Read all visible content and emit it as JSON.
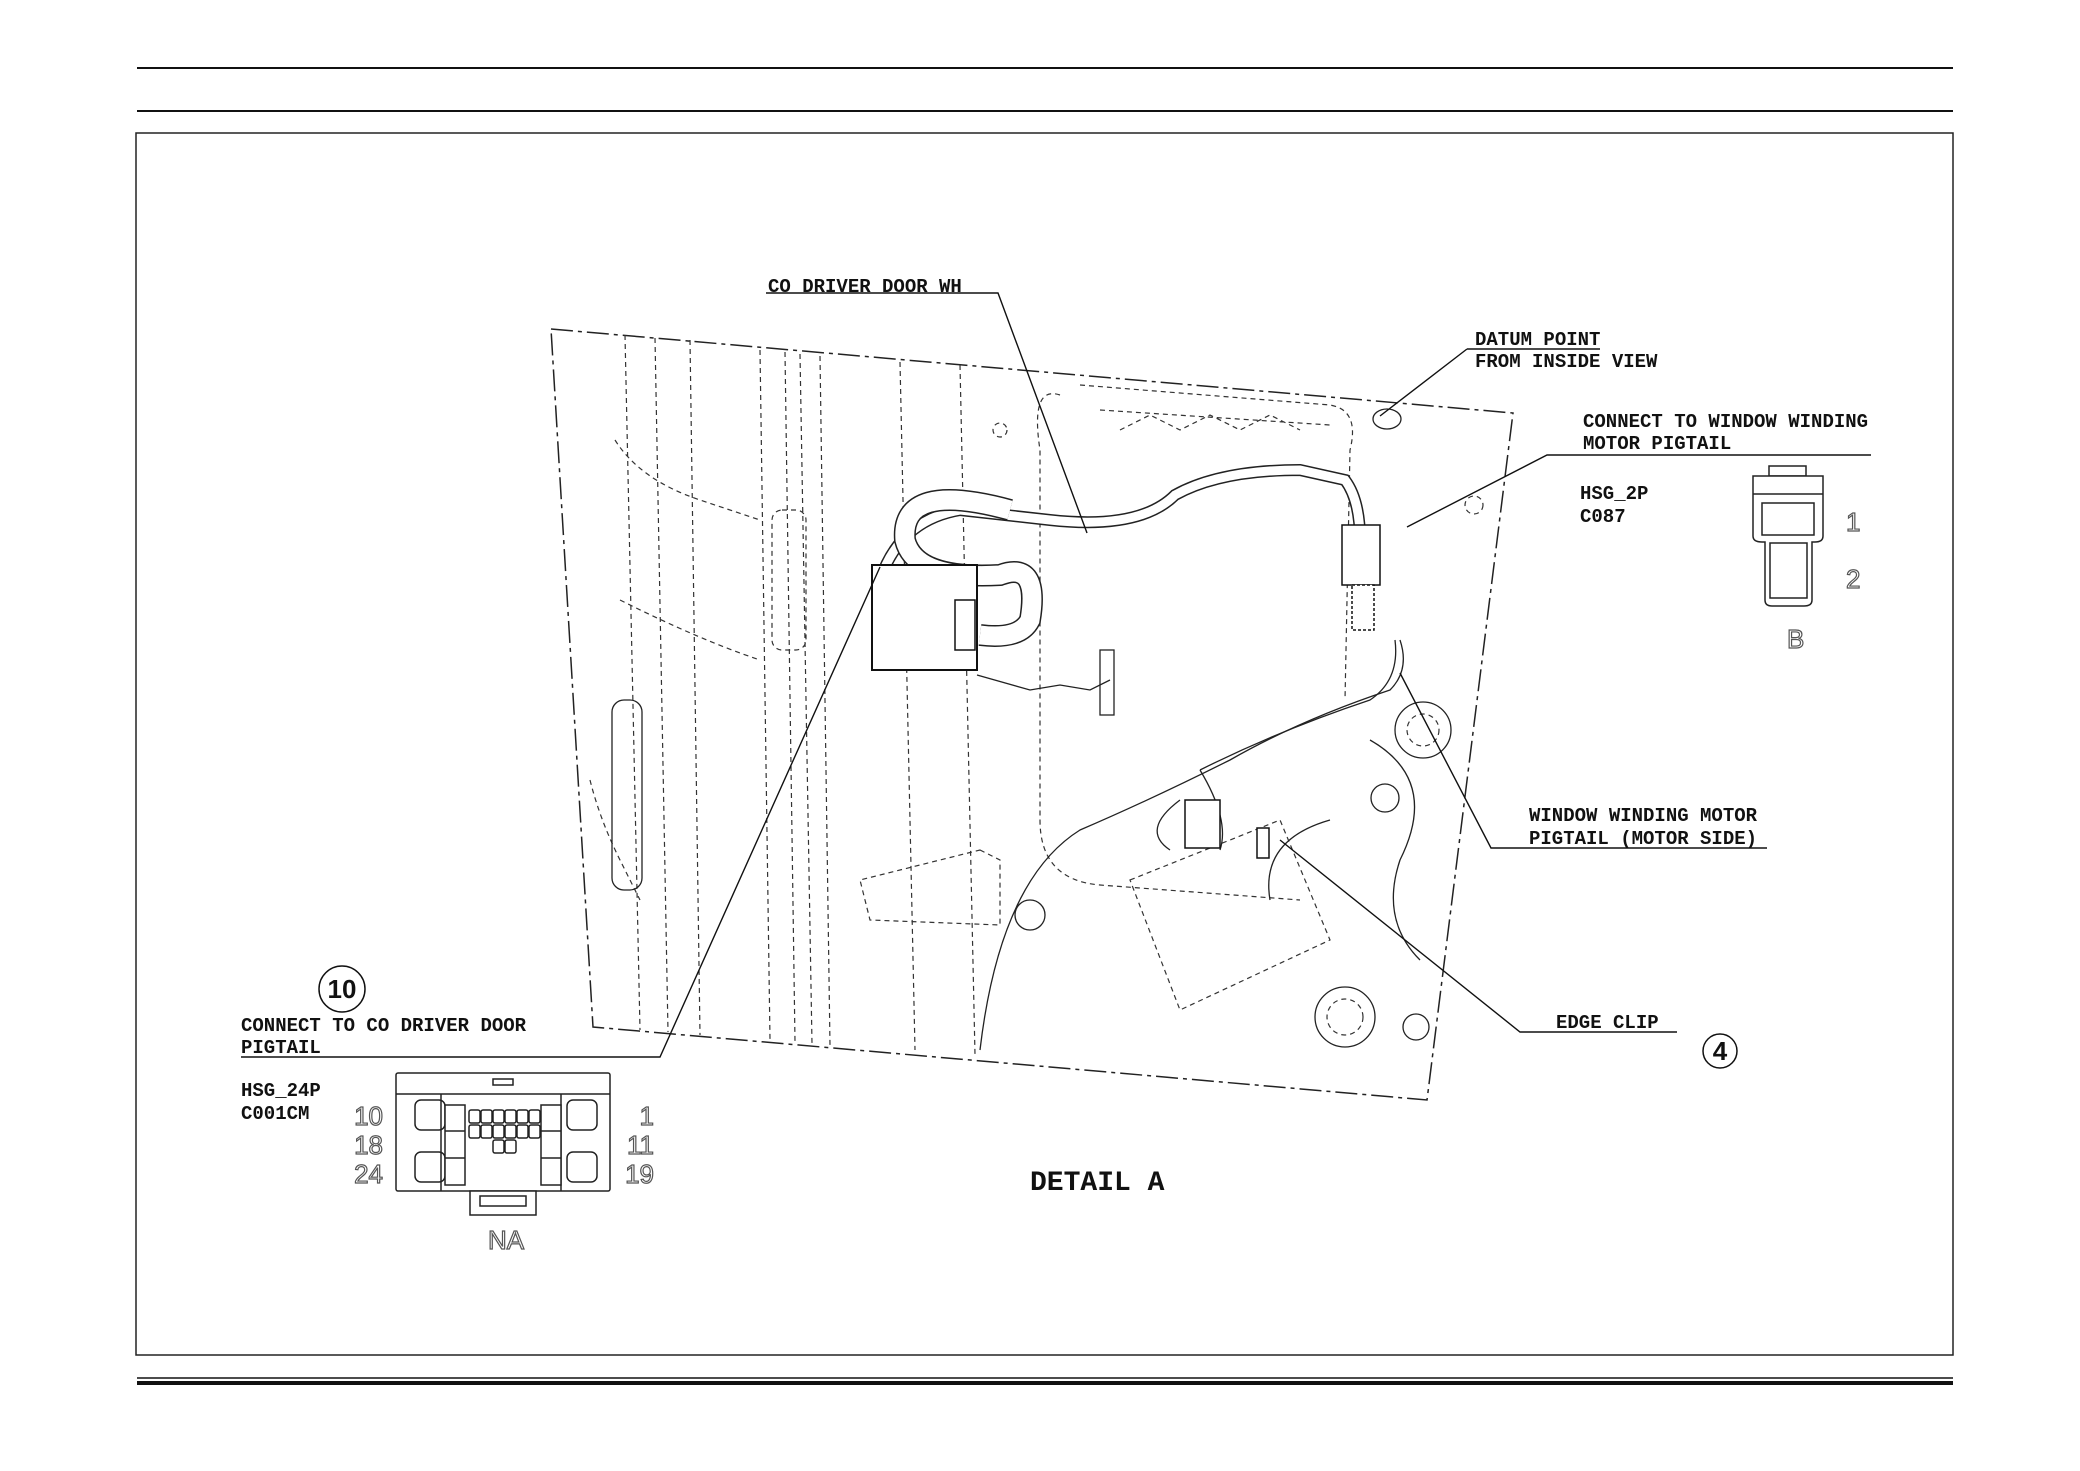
{
  "drawing": {
    "title": "DETAIL A",
    "callouts": {
      "harness": "CO DRIVER DOOR WH",
      "datum_line1": "DATUM POINT",
      "datum_line2": "FROM INSIDE VIEW",
      "window_connect_line1": "CONNECT TO WINDOW WINDING",
      "window_connect_line2": "MOTOR PIGTAIL",
      "motor_pigtail_line1": "WINDOW WINDING MOTOR",
      "motor_pigtail_line2": "PIGTAIL (MOTOR SIDE)",
      "edge_clip": "EDGE CLIP",
      "door_connect_line1": "CONNECT TO CO DRIVER DOOR",
      "door_connect_line2": "PIGTAIL"
    },
    "balloons": {
      "door_connector": "10",
      "edge_clip": "4"
    },
    "connector_2p": {
      "housing": "HSG_2P",
      "code": "C087",
      "pins": [
        "1",
        "2"
      ],
      "view": "B"
    },
    "connector_24p": {
      "housing": "HSG_24P",
      "code": "C001CM",
      "left_pins": [
        "10",
        "18",
        "24"
      ],
      "right_pins": [
        "1",
        "11",
        "19"
      ],
      "view": "NA"
    }
  }
}
